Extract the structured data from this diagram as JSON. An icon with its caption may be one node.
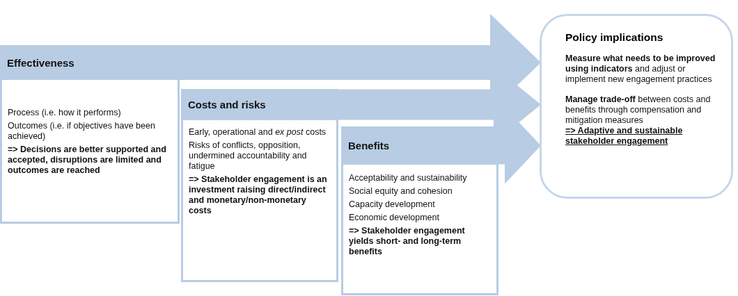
{
  "diagram": {
    "nodes": [
      {
        "text": [
          "Effectiveness",
          "Process (i.e. how it performs)",
          "Outcomes (i.e. if objectives have been achieved)",
          "=> Decisions are better supported and accepted, disruptions are limited and outcomes are reached"
        ]
      },
      {
        "text": [
          "Costs and risks",
          "Early, operational and *ex post* costs",
          "Risks of conflicts, opposition, undermined accountability and fatigue",
          "=> Stakeholder engagement is an investment raising direct/indirect and monetary/non-monetary costs"
        ]
      },
      {
        "text": [
          "Benefits",
          "Acceptability and sustainability",
          "Social equity and cohesion",
          "Capacity development",
          "Economic development",
          "=> Stakeholder engagement yields short- and long-term benefits"
        ]
      },
      {
        "text": [
          "Policy implications",
          "**Measure what needs to be improved using indicators** and adjust or implement new engagement practices",
          "**Manage trade-off** between costs and benefits through compensation and mitigation measures",
          "=> Adaptive and sustainable stakeholder engagement"
        ]
      }
    ],
    "edges": [
      {
        "from": 0,
        "to": 3,
        "arrow": "to"
      },
      {
        "from": 1,
        "to": 3,
        "arrow": "to"
      },
      {
        "from": 2,
        "to": 3,
        "arrow": "to"
      }
    ]
  }
}
